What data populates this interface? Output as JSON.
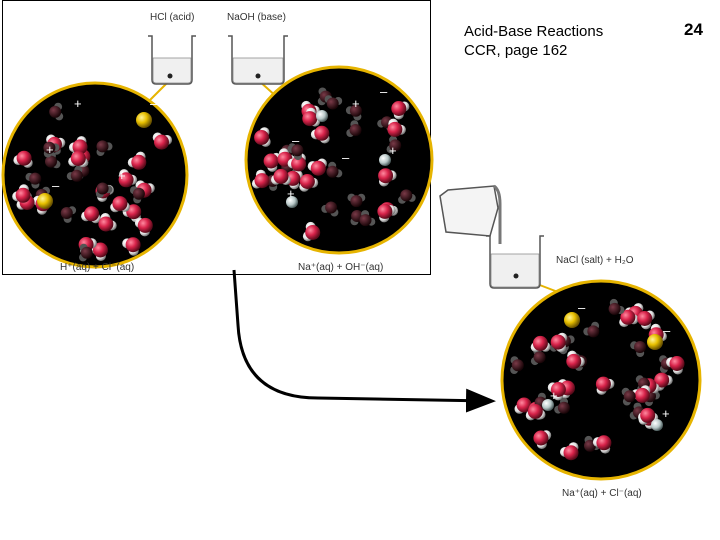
{
  "slide": {
    "title_line1": "Acid-Base Reactions",
    "title_line2": "CCR, page 162",
    "page_number": "24"
  },
  "labels": {
    "hcl_beaker": "HCl (acid)",
    "naoh_beaker": "NaOH (base)",
    "salt_beaker": "NaCl (salt) + H₂O",
    "acid_ions": "H⁺(aq) + Cl⁻(aq)",
    "base_ions": "Na⁺(aq) + OH⁻(aq)",
    "salt_ions": "Na⁺(aq) + Cl⁻(aq)"
  },
  "colors": {
    "circle_border": "#e6b400",
    "oxygen": "#d8234a",
    "hydrogen": "#f2f2f2",
    "chlorine": "#e8c000",
    "sodium": "#b8c8c8",
    "background": "#000000"
  }
}
